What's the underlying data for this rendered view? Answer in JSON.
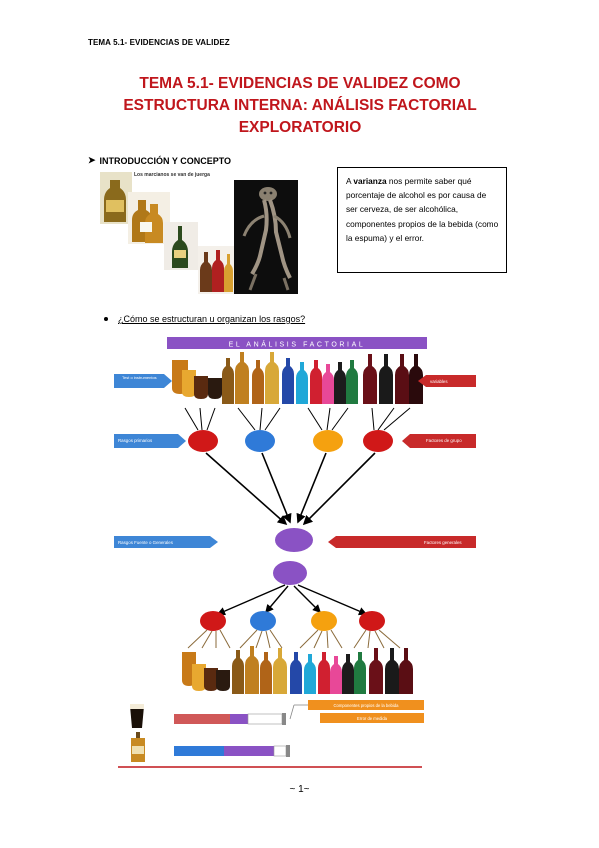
{
  "header": {
    "running_title": "TEMA 5.1- EVIDENCIAS DE VALIDEZ"
  },
  "title": {
    "line1": "TEMA 5.1- EVIDENCIAS DE VALIDEZ COMO",
    "line2": "ESTRUCTURA INTERNA: ANÁLISIS FACTORIAL",
    "line3": "EXPLORATORIO"
  },
  "section": {
    "heading": "INTRODUCCIÓN Y CONCEPTO"
  },
  "collage": {
    "caption": "Los marcianos se van de juerga"
  },
  "definition": {
    "bold_word": "varianza",
    "prefix": "A ",
    "text": " nos permite saber qué porcentaje de alcohol es por causa de ser cerveza, de ser alcohólica, componentes propios de la bebida (como la espuma) y el error."
  },
  "question": {
    "text": "¿Cómo se estructuran u organizan los rasgos?"
  },
  "diagram": {
    "banner": "EL ANÁLISIS FACTORIAL",
    "label_tests": "Test o instrumentos",
    "label_variables": "variables",
    "label_primary": "Rasgos primarios",
    "label_group": "Factores de grupo",
    "label_general_traits": "Rasgos Fuente o Generales",
    "label_general_factors": "Factores generales",
    "legend_components": "Componentes propios de la bebida",
    "legend_error": "Error de medida",
    "colors": {
      "purple": "#8a52c4",
      "red": "#d01818",
      "blue": "#2f7ad8",
      "orange": "#f5a10f",
      "arrow_blue": "#3e86d6",
      "arrow_red": "#c82a2a",
      "legend_orange": "#f0901e"
    }
  },
  "footer": {
    "page_number": "~ 1~"
  }
}
